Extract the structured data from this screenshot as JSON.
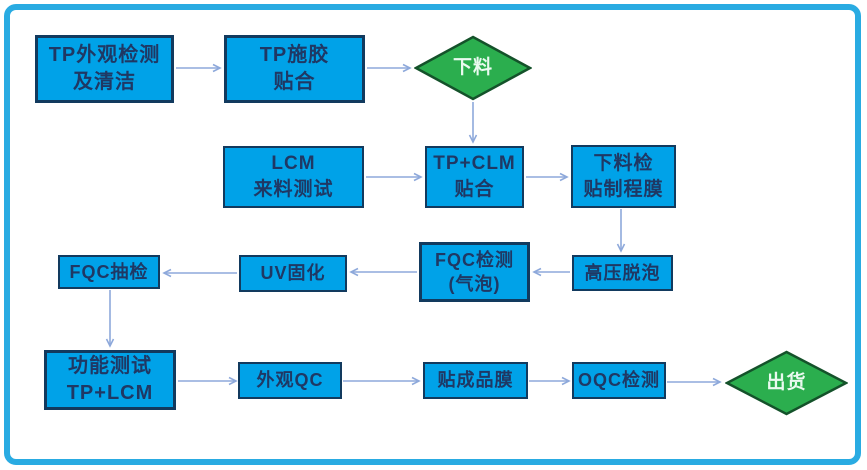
{
  "diagram": {
    "type": "flowchart",
    "description": "TP+LCM lamination production process flow"
  },
  "nodes": {
    "tp_inspect": {
      "line1": "TP外观检测",
      "line2": "及清洁"
    },
    "tp_glue": {
      "line1": "TP施胶",
      "line2": "贴合"
    },
    "blanking": {
      "label": "下料"
    },
    "lcm_test": {
      "line1": "LCM",
      "line2": "来料测试"
    },
    "tp_clm": {
      "line1": "TP+CLM",
      "line2": "贴合"
    },
    "blanking_film": {
      "line1": "下料检",
      "line2": "贴制程膜"
    },
    "defoam": {
      "line1": "高压脱泡"
    },
    "fqc_test": {
      "line1": "FQC检测",
      "line2": "(气泡)"
    },
    "uv_cure": {
      "line1": "UV固化"
    },
    "fqc_sample": {
      "line1": "FQC抽检"
    },
    "func_test": {
      "line1": "功能测试",
      "line2": "TP+LCM"
    },
    "visual_qc": {
      "line1": "外观QC"
    },
    "product_film": {
      "line1": "贴成品膜"
    },
    "oqc": {
      "line1": "OQC检测"
    },
    "ship": {
      "label": "出货"
    }
  },
  "colors": {
    "frame": "#29abe2",
    "box_fill": "#00a2e8",
    "box_border": "#123a5e",
    "box_text": "#1f3864",
    "diamond_fill": "#2bae4e",
    "diamond_border": "#14522a",
    "diamond_text": "#eafaf0",
    "arrow": "#8ea9db",
    "background": "#ffffff"
  }
}
